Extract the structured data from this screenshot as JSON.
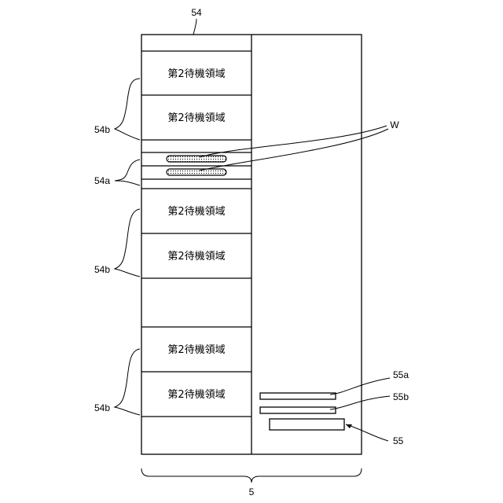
{
  "diagram": {
    "region_label": "第2待機領域",
    "refs": {
      "top": "54",
      "region_b1": "54b",
      "region_a": "54a",
      "region_b2": "54b",
      "region_b3": "54b",
      "wafer": "W",
      "item_55a": "55a",
      "item_55b": "55b",
      "item_55": "55",
      "bottom": "5"
    }
  }
}
